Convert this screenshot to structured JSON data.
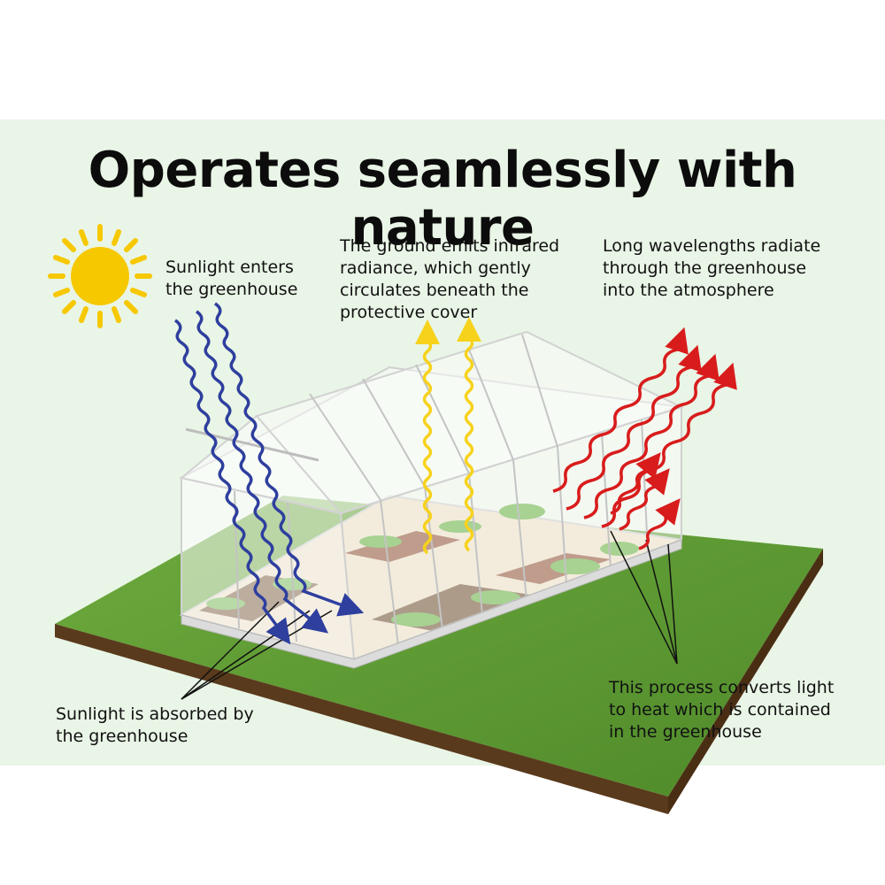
{
  "title": "Operates seamlessly with nature",
  "labels": {
    "sunlight_enters": "Sunlight enters\nthe greenhouse",
    "ground_emits": "The ground emits infrared\nradiance, which gently\ncirculates beneath the\nprotective cover",
    "long_wavelengths": "Long wavelengths radiate\nthrough the greenhouse\ninto the atmosphere",
    "absorbed": "Sunlight is absorbed by\nthe greenhouse",
    "process": "This process converts light\nto heat which is contained\nin the greenhouse"
  },
  "colors": {
    "panel": "#e9f5e6",
    "sun": "#f6c800",
    "sunlight_waves": "#2e3f9e",
    "infrared_waves": "#f7d21c",
    "longwave_waves": "#d81c1c",
    "grass": "#5d9a34",
    "soil": "#5a3a1c"
  },
  "icons": [
    "sun-icon",
    "greenhouse-illustration"
  ]
}
